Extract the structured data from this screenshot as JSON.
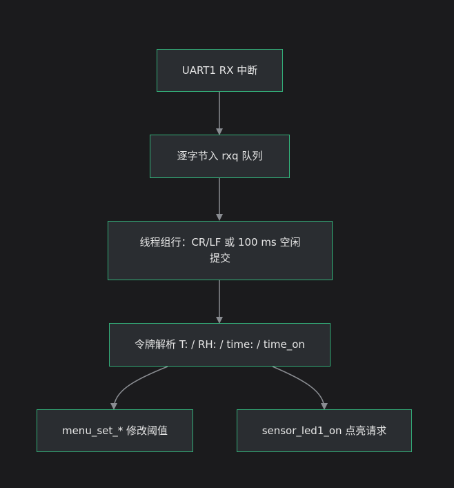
{
  "theme": {
    "background": "#1b1b1d",
    "node_fill": "#2a2d31",
    "node_border": "#33b07a",
    "edge_color": "#8a8d92",
    "text_color": "#e6e6e6"
  },
  "nodes": {
    "uart_rx": {
      "label": "UART1 RX 中断"
    },
    "enqueue": {
      "label": "逐字节入 rxq 队列"
    },
    "assemble": {
      "label_line1": "线程组行：CR/LF 或 100 ms 空闲",
      "label_line2": "提交"
    },
    "parse": {
      "label": "令牌解析 T: / RH: / time: / time_on"
    },
    "menu_set": {
      "label": "menu_set_* 修改阈值"
    },
    "sensor_led": {
      "label": "sensor_led1_on 点亮请求"
    }
  }
}
